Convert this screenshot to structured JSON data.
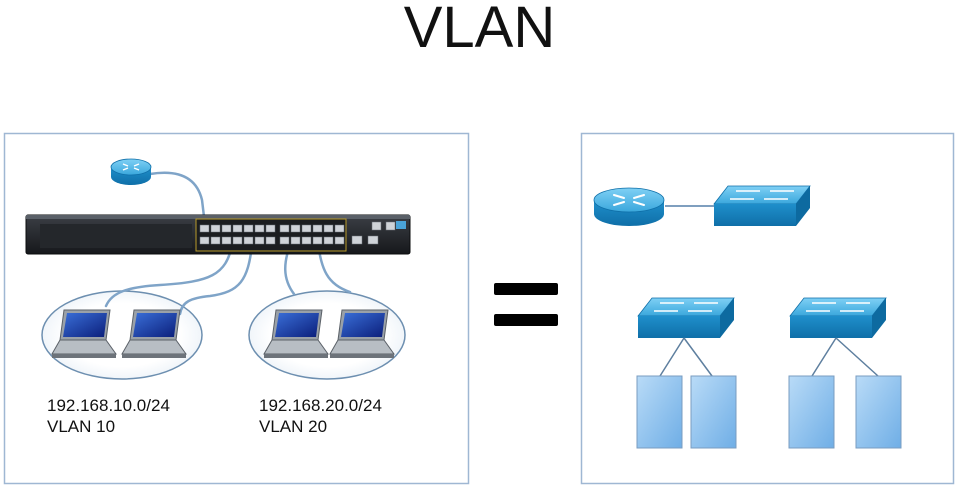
{
  "title": "VLAN",
  "groups": [
    {
      "subnet": "192.168.10.0/24",
      "vlan": "VLAN 10"
    },
    {
      "subnet": "192.168.20.0/24",
      "vlan": "VLAN 20"
    }
  ],
  "colors": {
    "panel_border": "#9fb7d3",
    "cable": "#7fa4c8",
    "device_blue": "#2a9fd6",
    "host_box": "#8ec1ee",
    "group_ellipse": "#6d8fb0"
  },
  "icons": [
    "router-icon",
    "switch-icon",
    "laptop-icon",
    "equals-sign"
  ]
}
